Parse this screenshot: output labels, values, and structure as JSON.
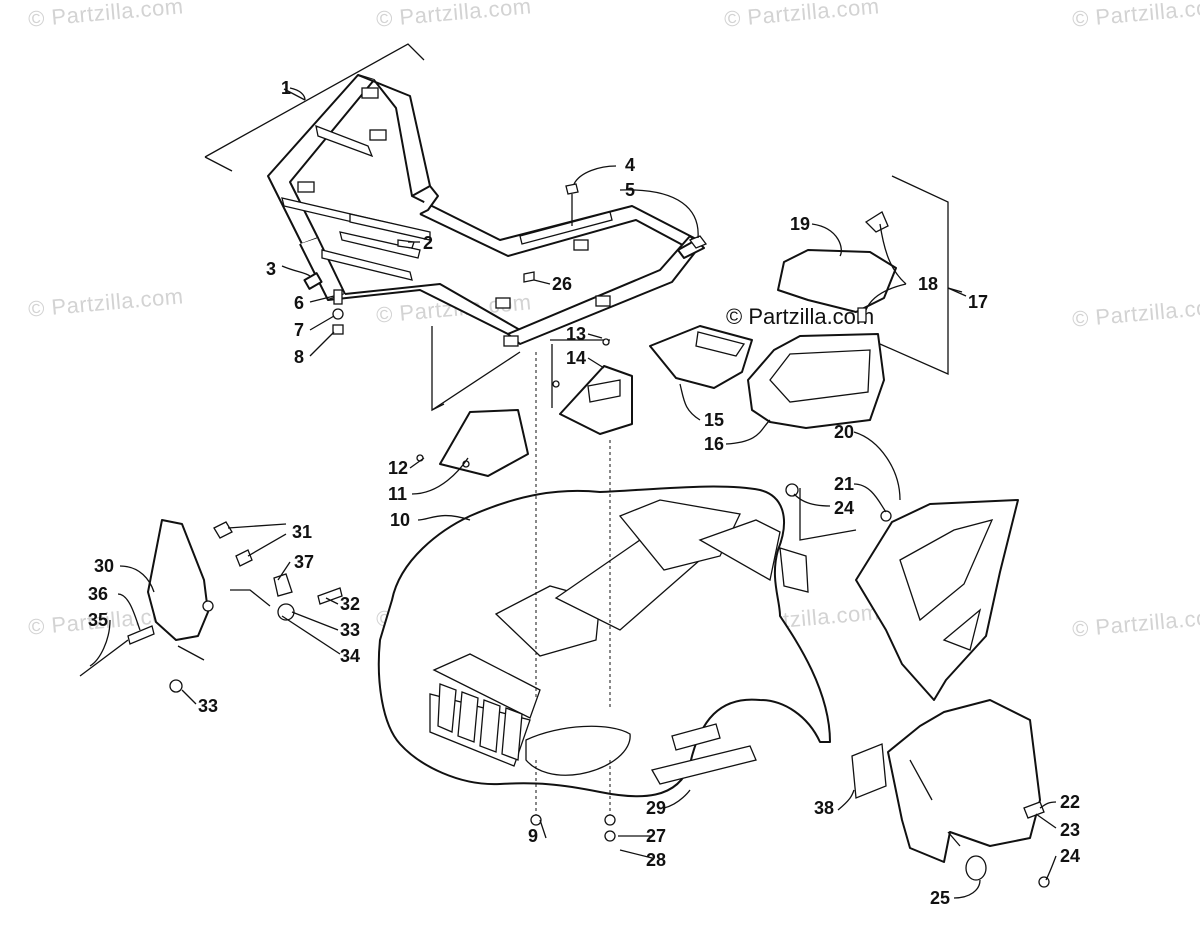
{
  "watermark": "© Partzilla.com",
  "copyright_center": "© Partzilla.com",
  "callouts": {
    "c1": "1",
    "c2": "2",
    "c3": "3",
    "c4": "4",
    "c5": "5",
    "c6": "6",
    "c7": "7",
    "c8": "8",
    "c9": "9",
    "c10": "10",
    "c11": "11",
    "c12": "12",
    "c13": "13",
    "c14": "14",
    "c15": "15",
    "c16": "16",
    "c17": "17",
    "c18": "18",
    "c19": "19",
    "c20": "20",
    "c21": "21",
    "c22": "22",
    "c23": "23",
    "c24a": "24",
    "c24b": "24",
    "c25": "25",
    "c26": "26",
    "c27": "27",
    "c28": "28",
    "c29": "29",
    "c30": "30",
    "c31": "31",
    "c32": "32",
    "c33a": "33",
    "c33b": "33",
    "c34": "34",
    "c35": "35",
    "c36": "36",
    "c37": "37",
    "c38": "38"
  }
}
